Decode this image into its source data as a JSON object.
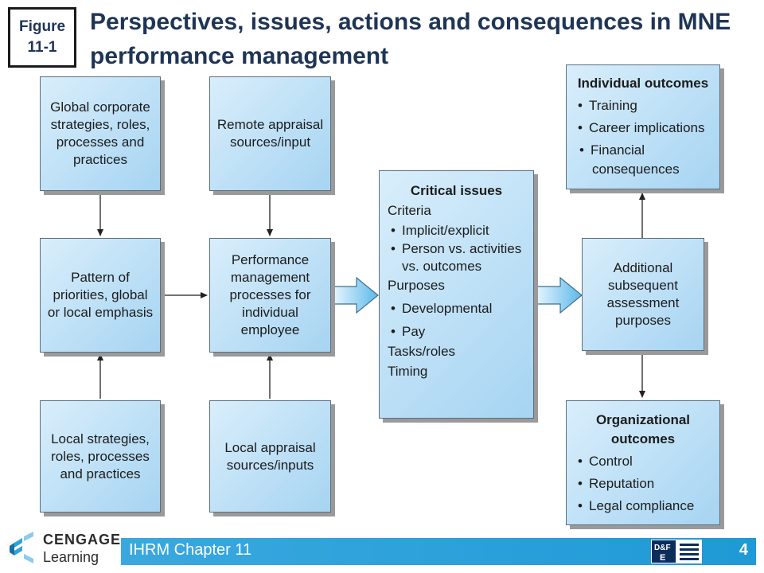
{
  "figure_label": {
    "line1": "Figure",
    "line2": "11-1"
  },
  "title": "Perspectives, issues, actions and consequences in MNE performance management",
  "boxes": {
    "global_strategies": "Global corporate strategies, roles, processes and practices",
    "remote_appraisal": "Remote appraisal sources/input",
    "pattern_priorities": "Pattern of priorities, global or local emphasis",
    "performance_processes": "Performance management processes for individual employee",
    "local_strategies": "Local strategies, roles, processes and practices",
    "local_appraisal": "Local appraisal sources/inputs",
    "additional_assessment": "Additional subsequent assessment purposes"
  },
  "critical_issues": {
    "heading": "Critical issues",
    "criteria_label": "Criteria",
    "criteria": [
      "Implicit/explicit",
      "Person vs. activities vs. outcomes"
    ],
    "purposes_label": "Purposes",
    "purposes": [
      "Developmental",
      "Pay"
    ],
    "tasks_roles": "Tasks/roles",
    "timing": "Timing"
  },
  "individual_outcomes": {
    "heading": "Individual outcomes",
    "items": [
      "Training",
      "Career implications",
      "Financial consequences"
    ]
  },
  "organizational_outcomes": {
    "heading": "Organizational outcomes",
    "items": [
      "Control",
      "Reputation",
      "Legal compliance"
    ]
  },
  "footer": {
    "chapter": "IHRM Chapter 11",
    "page": "4"
  },
  "logo": {
    "brand_top": "CENGAGE",
    "brand_bottom": "Learning",
    "df_mark": "D&F E"
  },
  "colors": {
    "title": "#1f3556",
    "box_fill": "#a6d4f2",
    "footer_bar": "#1f9ad6",
    "logo_accent": "#2ca4dc"
  }
}
